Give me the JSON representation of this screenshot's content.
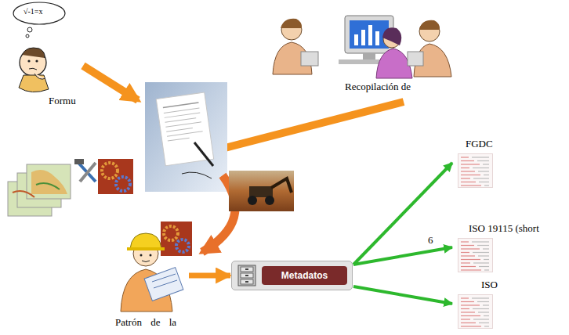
{
  "diagram": {
    "nodes": [
      {
        "text": [
          "Patrón de la"
        ]
      },
      {
        "text": [
          "Metadatos"
        ]
      },
      {
        "text": [
          "FGDC"
        ]
      },
      {
        "text": [
          "ISO 19115 (short"
        ]
      },
      {
        "text": [
          "ISO"
        ]
      }
    ],
    "edges": [
      {
        "from": 0,
        "to": 1,
        "arrow": "to"
      },
      {
        "from": 1,
        "to": 2,
        "arrow": "to"
      },
      {
        "from": 1,
        "to": 3,
        "arrow": "to",
        "label": "6"
      },
      {
        "from": 1,
        "to": 4,
        "arrow": "to"
      }
    ],
    "labels": [
      "√-1=x",
      "Formu",
      "Recopilación de"
    ]
  }
}
